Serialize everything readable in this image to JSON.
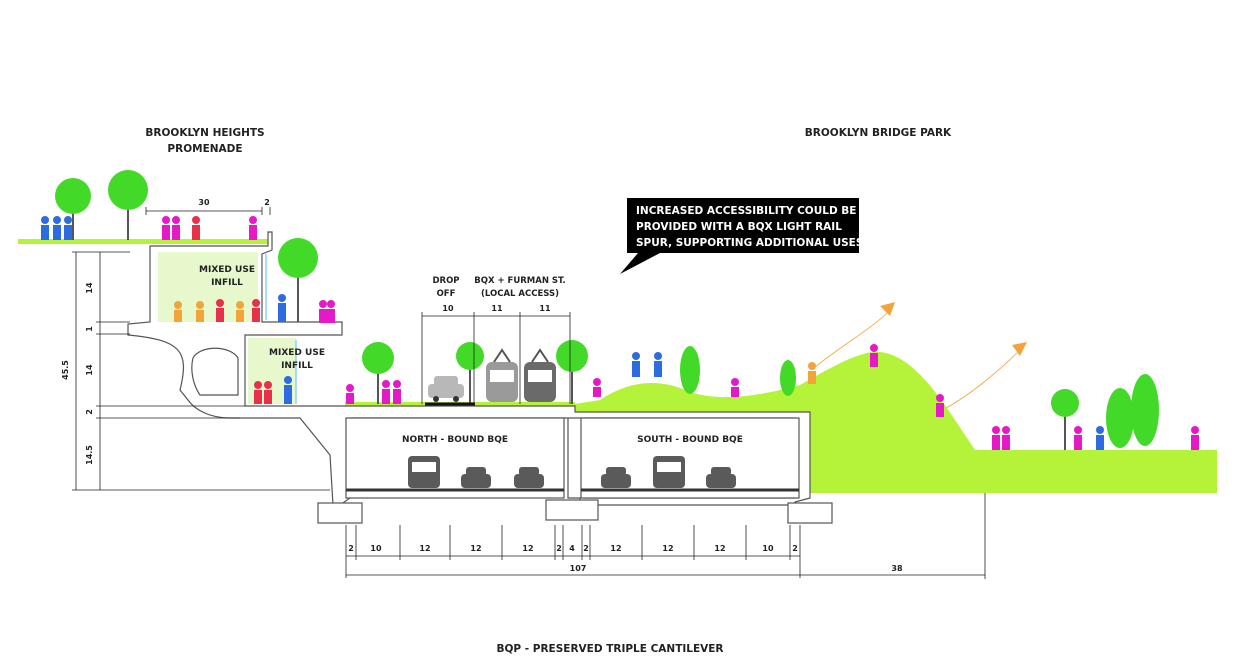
{
  "labels": {
    "promenade_line1": "BROOKLYN HEIGHTS",
    "promenade_line2": "PROMENADE",
    "park": "BROOKLYN BRIDGE PARK",
    "callout_line1": "INCREASED ACCESSIBILITY COULD BE",
    "callout_line2": "PROVIDED WITH A BQX LIGHT RAIL",
    "callout_line3": "SPUR, SUPPORTING ADDITIONAL USES",
    "infill_upper_line1": "MIXED USE",
    "infill_upper_line2": "INFILL",
    "infill_lower_line1": "MIXED USE",
    "infill_lower_line2": "INFILL",
    "dropoff_line1": "DROP",
    "dropoff_line2": "OFF",
    "bqx_line1": "BQX + FURMAN ST.",
    "bqx_line2": "(LOCAL ACCESS)",
    "northbound": "NORTH - BOUND BQE",
    "southbound": "SOUTH - BOUND BQE",
    "caption": "BQP - PRESERVED TRIPLE CANTILEVER"
  },
  "dimensions": {
    "promenade_width": "30",
    "promenade_rail": "2",
    "dropoff_width": "10",
    "bqx_lane_1": "11",
    "bqx_lane_2": "11",
    "vertical": [
      "14",
      "1",
      "14",
      "2",
      "14.5"
    ],
    "total_height": "45.5",
    "lanes": [
      "2",
      "10",
      "12",
      "12",
      "12",
      "2",
      "4",
      "2",
      "12",
      "12",
      "12",
      "10",
      "2"
    ],
    "total_width": "107",
    "park_offset": "38"
  },
  "colors": {
    "grass": "#b5f23a",
    "callout_bg": "#000000",
    "people_pink": "#e619c8",
    "people_blue": "#2d6be0",
    "people_red": "#e8304a",
    "people_orange": "#f2a33a",
    "tree": "#43d928",
    "infill_tint": "#e4f7c8",
    "vehicle": "#5a5a5a"
  }
}
